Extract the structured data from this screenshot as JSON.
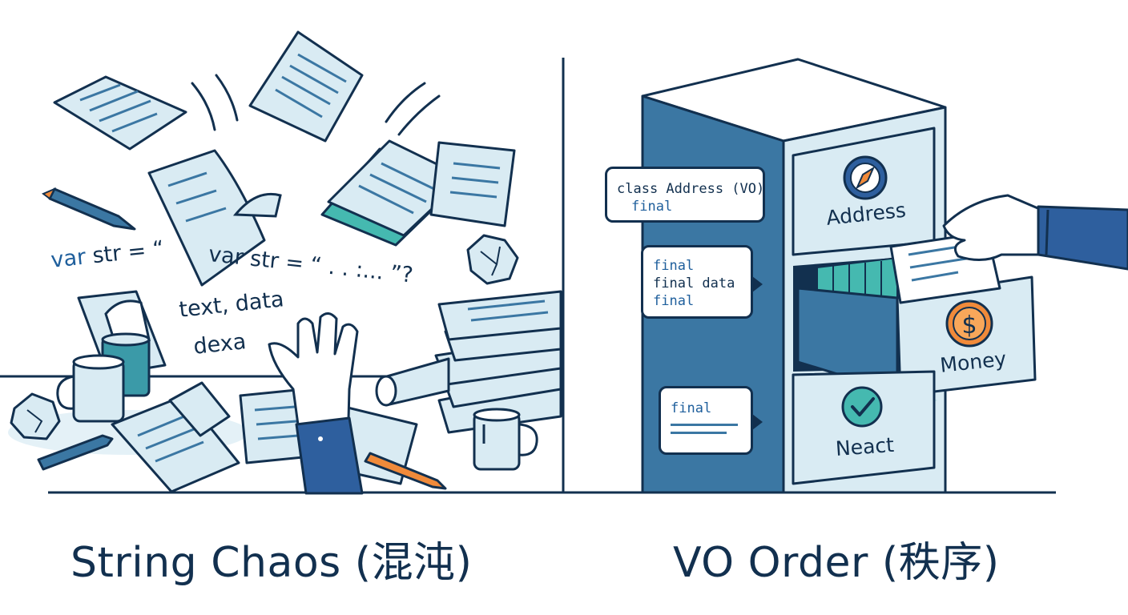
{
  "captions": {
    "left": "String Chaos (混沌)",
    "right": "VO Order (秩序)"
  },
  "chaos_text": {
    "var_keyword": "var",
    "line1_rest": "str = “",
    "line2": "var str = “ . . :... ”?",
    "words_1": "text, data",
    "words_2": "dexa"
  },
  "bubbles": {
    "address": {
      "line1": "class Address (VO)",
      "line2": "final"
    },
    "data": {
      "line1": "final",
      "line2": "final data",
      "line3": "final"
    },
    "final": {
      "line1": "final"
    }
  },
  "drawers": {
    "top": "Address",
    "middle": "Money",
    "bottom": "Neact"
  },
  "icons": {
    "top": "compass-icon",
    "middle": "dollar-coin-icon",
    "bottom": "check-icon"
  },
  "colors": {
    "ink": "#12304f",
    "paper": "#d9ebf3",
    "teal": "#45b9b0",
    "steel": "#3b77a3",
    "coin": "#f08a3a",
    "sleeve": "#2e5f9e"
  }
}
